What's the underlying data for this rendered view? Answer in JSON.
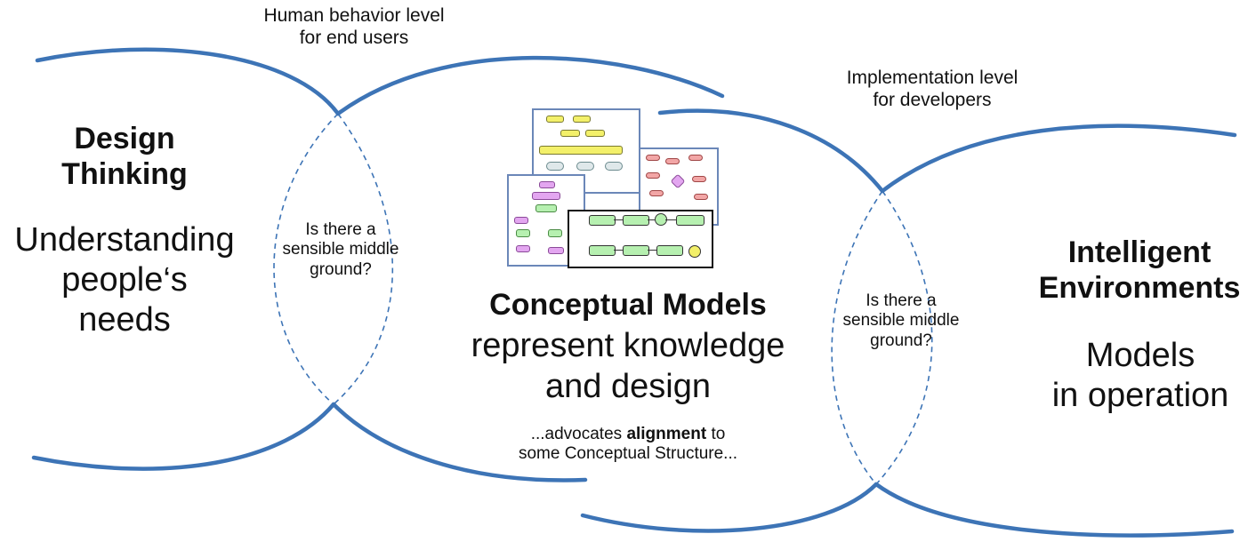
{
  "captions": {
    "top_left": "Human behavior level\nfor end users",
    "top_right": "Implementation level\nfor developers"
  },
  "left": {
    "heading": "Design\nThinking",
    "subtitle": "Understanding\npeople‘s\nneeds"
  },
  "middle_question_left": "Is there a\nsensible middle\nground?",
  "center": {
    "heading": "Conceptual Models",
    "subtitle": "represent knowledge\nand design",
    "note_prefix": "...advocates ",
    "note_bold": "alignment",
    "note_suffix": " to\nsome Conceptual Structure..."
  },
  "middle_question_right": "Is there a\nsensible middle\nground?",
  "right": {
    "heading": "Intelligent\nEnvironments",
    "subtitle": "Models\nin operation"
  },
  "colors": {
    "arc": "#3d74b6",
    "text": "#111111"
  }
}
